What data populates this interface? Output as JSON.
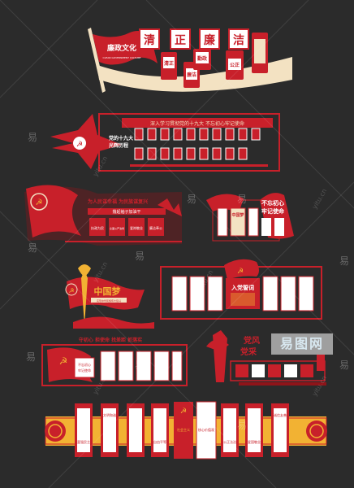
{
  "panel1": {
    "flag_title": "廉政文化",
    "flag_sub": "CLEAN GOVERNMENT CULTURE",
    "chars": [
      "清",
      "正",
      "廉",
      "洁"
    ],
    "pairs": [
      "清正",
      "廉洁",
      "勤政",
      "公正"
    ]
  },
  "panel2": {
    "banner": "深入学习贯彻党的十九大 不忘初心牢记使命",
    "star_text_1": "党的十九大",
    "star_text_2": "光辉历程"
  },
  "panel3": {
    "title": "为人民谋幸福 为民族谋复兴",
    "sub": "撸起袖子加油干",
    "boxes": [
      "执政为民",
      "全面从严治党",
      "爱岗敬业",
      "廉洁奉公"
    ]
  },
  "panel4": {
    "heading_1": "不忘初心",
    "heading_2": "牢记使命",
    "scroll": "中国梦"
  },
  "panel5": {
    "title": "中国梦",
    "sub": "实现中华民族伟大复兴"
  },
  "panel6": {
    "center": "入党誓词"
  },
  "panel7": {
    "title": "守初心 担使命 找差距 抓落实",
    "sub_1": "不忘初心",
    "sub_2": "牢记使命"
  },
  "panel8": {
    "title_1": "党风",
    "title_2": "党采"
  },
  "panel9": {
    "center_1": "核心价值观",
    "center_2": "社会主义",
    "labels": [
      "富强民主",
      "文明和谐",
      "自由平等",
      "公正法治",
      "爱国敬业",
      "诚信友善"
    ]
  },
  "watermark": {
    "char": "易",
    "site": "yitu.cn",
    "logo": "易图网"
  },
  "colors": {
    "background": "#2b2b2b",
    "red": "#c8202a",
    "dark_red": "#8f1419",
    "gold": "#f2b233",
    "cream": "#f3e2c2"
  }
}
